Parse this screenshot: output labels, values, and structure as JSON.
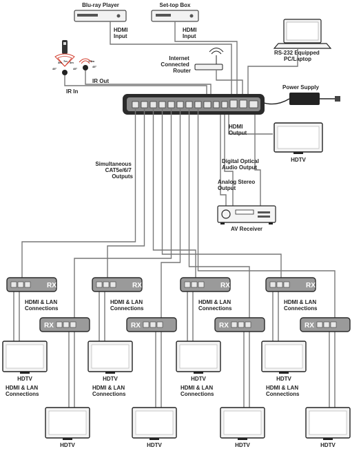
{
  "labels": {
    "bluray": "Blu-ray Player",
    "settop": "Set-top Box",
    "hdmi_input_1": [
      "HDMI",
      "Input"
    ],
    "hdmi_input_2": [
      "HDMI",
      "Input"
    ],
    "rs232": [
      "RS-232 Equipped",
      "PC/Laptop"
    ],
    "router": [
      "Internet",
      "Connected",
      "Router"
    ],
    "ir_in": "IR In",
    "ir_out": "IR Out",
    "power_supply": "Power Supply",
    "hdmi_output": [
      "HDMI",
      "Output"
    ],
    "hdtv_top": "HDTV",
    "simultaneous": [
      "Simultaneous",
      "CAT5e/6/7",
      "Outputs"
    ],
    "digital_optical": [
      "Digital Optical",
      "Audio Output"
    ],
    "analog_stereo": [
      "Analog Stereo",
      "Output"
    ],
    "av_receiver": "AV Receiver",
    "rx": "RX",
    "hdmi_lan": [
      "HDMI & LAN",
      "Connections"
    ],
    "hdtv": "HDTV",
    "ir_sensor_marks": [
      "3m",
      "7m",
      "3m"
    ],
    "ir_angle_marks": [
      "45°",
      "45°"
    ],
    "ir_blaster_mark": "1.5m",
    "ir_blaster_angle": "45°"
  },
  "colors": {
    "device_fill": "#f0f0f0",
    "switch_fill": "#8a8a8a",
    "switch_bezel": "#2b2b2b",
    "rx_fill": "#9a9a9a",
    "cable": "#777777",
    "line": "#222222",
    "ir_red": "#d23a2a"
  },
  "icons": [
    "ir-sensor-icon",
    "ir-blaster-icon",
    "wifi-icon",
    "laptop-icon",
    "power-adapter-icon",
    "tv-icon",
    "receiver-icon"
  ]
}
